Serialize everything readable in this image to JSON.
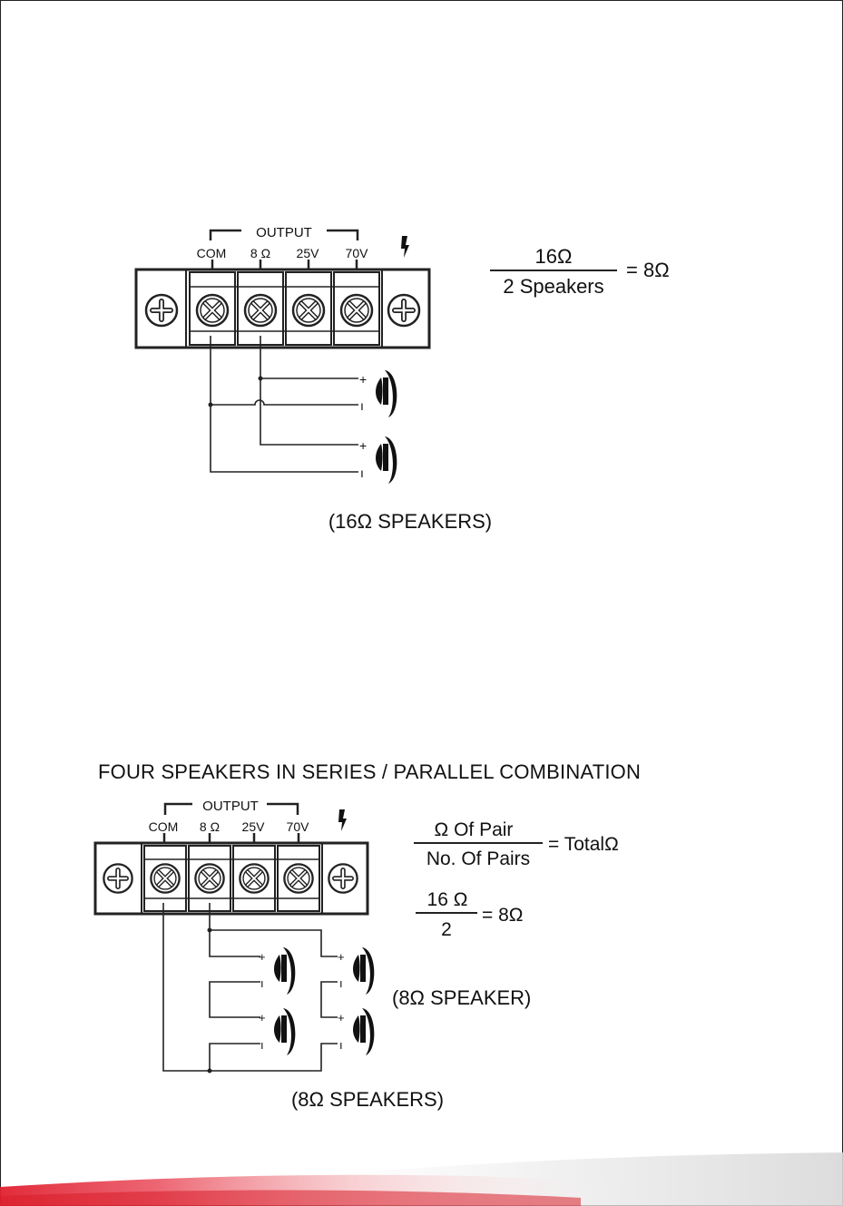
{
  "diagram1": {
    "output_label": "OUTPUT",
    "terminals": [
      "COM",
      "8 Ω",
      "25V",
      "70V"
    ],
    "ground_symbol": "ground-icon",
    "formula_numerator": "16Ω",
    "formula_denominator": "2 Speakers",
    "formula_result": "= 8Ω",
    "caption": "(16Ω SPEAKERS)",
    "plus": "+",
    "minus": "ı"
  },
  "diagram2": {
    "heading": "FOUR SPEAKERS IN SERIES / PARALLEL COMBINATION",
    "output_label": "OUTPUT",
    "terminals": [
      "COM",
      "8 Ω",
      "25V",
      "70V"
    ],
    "formula1_numerator": "Ω  Of Pair",
    "formula1_denominator": "No. Of Pairs",
    "formula1_result": "= TotalΩ",
    "formula2_numerator": "16  Ω",
    "formula2_denominator": "2",
    "formula2_result": "= 8Ω",
    "speaker_label": "(8Ω  SPEAKER)",
    "caption": "(8Ω  SPEAKERS)",
    "plus": "+",
    "minus": "ı"
  },
  "colors": {
    "accent_red": "#d81e2a",
    "line": "#222222"
  }
}
